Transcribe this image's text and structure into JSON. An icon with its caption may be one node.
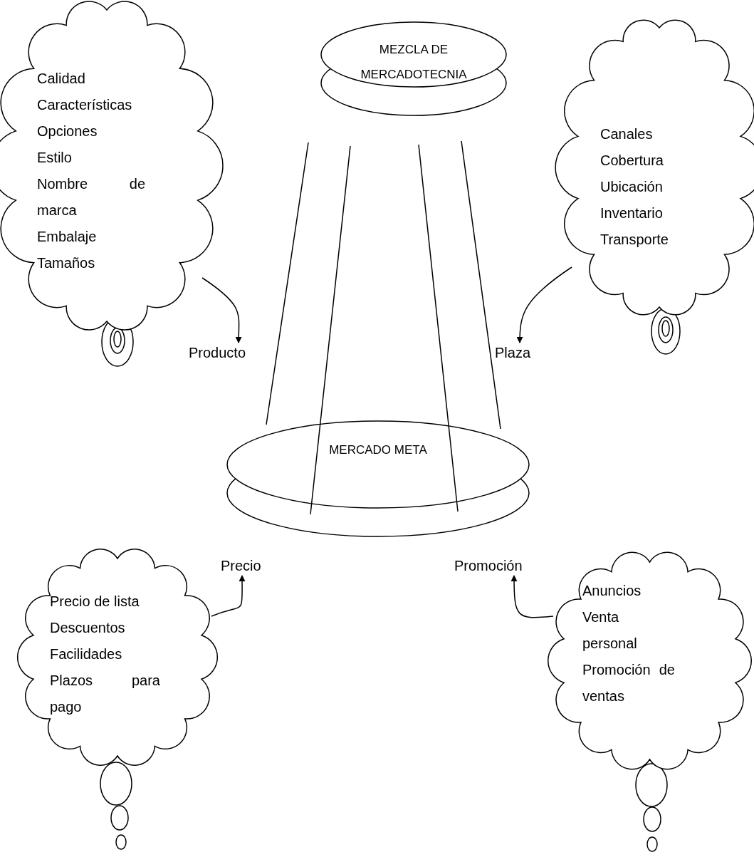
{
  "diagram": {
    "nodes": [
      {
        "text": [
          "Calidad",
          "Características",
          "Opciones",
          "Estilo",
          "Nombre de marca",
          "Embalaje",
          "Tamaños"
        ]
      },
      {
        "text": [
          "Producto"
        ]
      },
      {
        "text": [
          "MEZCLA DE MERCADOTECNIA"
        ]
      },
      {
        "text": [
          "Canales",
          "Cobertura",
          "Ubicación",
          "Inventario",
          "Transporte"
        ]
      },
      {
        "text": [
          "Plaza"
        ]
      },
      {
        "text": [
          "MERCADO META"
        ]
      },
      {
        "text": [
          "Precio"
        ]
      },
      {
        "text": [
          "Promoción"
        ]
      },
      {
        "text": [
          "Precio de lista",
          "Descuentos",
          "Facilidades",
          "Plazos para pago"
        ]
      },
      {
        "text": [
          "Anuncios",
          "Venta personal",
          "Promoción de ventas"
        ]
      }
    ],
    "edges": [
      {
        "from": 0,
        "to": 1,
        "arrow": "to"
      },
      {
        "from": 3,
        "to": 4,
        "arrow": "to"
      },
      {
        "from": 8,
        "to": 6,
        "arrow": "to"
      },
      {
        "from": 9,
        "to": 7,
        "arrow": "to"
      },
      {
        "from": 2,
        "to": 5,
        "arrow": "none"
      },
      {
        "from": 2,
        "to": 5,
        "arrow": "none"
      },
      {
        "from": 2,
        "to": 5,
        "arrow": "none"
      },
      {
        "from": 2,
        "to": 5,
        "arrow": "none"
      }
    ]
  }
}
